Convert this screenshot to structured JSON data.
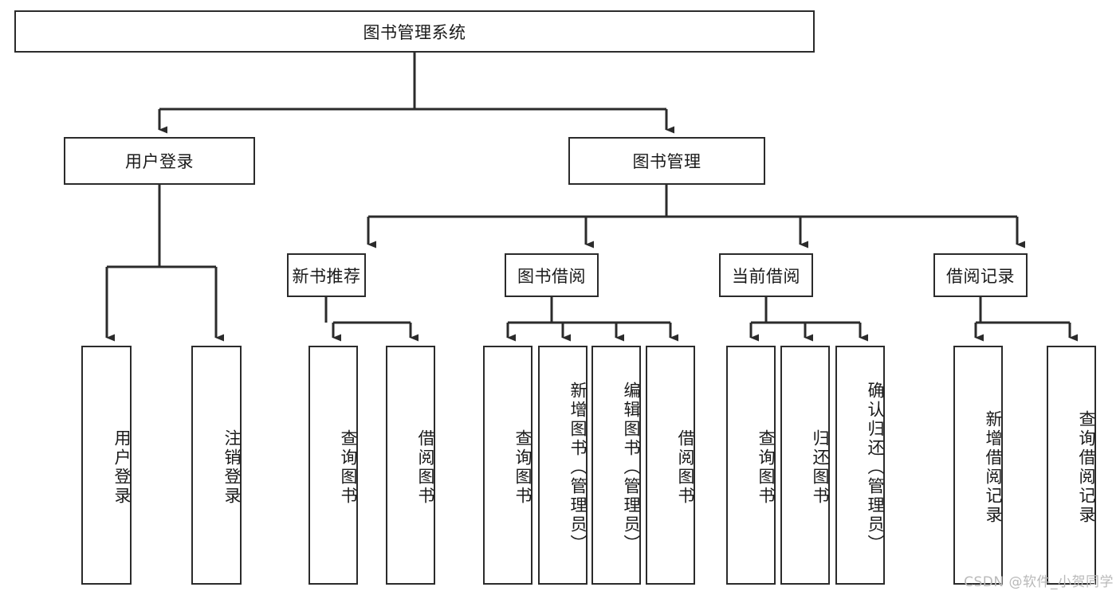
{
  "diagram": {
    "title_node": {
      "label": "图书管理系统"
    },
    "level2": [
      {
        "id": "user-login",
        "label": "用户登录"
      },
      {
        "id": "book-manage",
        "label": "图书管理"
      }
    ],
    "level3": [
      {
        "id": "new-book-rec",
        "label": "新书推荐"
      },
      {
        "id": "book-borrow",
        "label": "图书借阅"
      },
      {
        "id": "current-borrow",
        "label": "当前借阅"
      },
      {
        "id": "borrow-record",
        "label": "借阅记录"
      }
    ],
    "leaves": {
      "user_login": [
        {
          "id": "leaf-user-login",
          "label": "用户登录"
        },
        {
          "id": "leaf-logout",
          "label": "注销登录"
        }
      ],
      "new_book_rec": [
        {
          "id": "leaf-query-book-1",
          "label": "查询图书"
        },
        {
          "id": "leaf-borrow-book-1",
          "label": "借阅图书"
        }
      ],
      "book_borrow": [
        {
          "id": "leaf-query-book-2",
          "label": "查询图书"
        },
        {
          "id": "leaf-add-book",
          "label": "新增图书（管理员）"
        },
        {
          "id": "leaf-edit-book",
          "label": "编辑图书（管理员）"
        },
        {
          "id": "leaf-borrow-book-2",
          "label": "借阅图书"
        }
      ],
      "current_borrow": [
        {
          "id": "leaf-query-book-3",
          "label": "查询图书"
        },
        {
          "id": "leaf-return-book",
          "label": "归还图书"
        },
        {
          "id": "leaf-confirm-return",
          "label": "确认归还（管理员）"
        }
      ],
      "borrow_record": [
        {
          "id": "leaf-add-record",
          "label": "新增借阅记录"
        },
        {
          "id": "leaf-query-record",
          "label": "查询借阅记录"
        }
      ]
    },
    "watermark": "CSDN @软件_小贺同学",
    "colors": {
      "stroke": "#2b2b2b",
      "fill": "#ffffff",
      "text": "#1a1a1a",
      "watermark": "#b9b9b9"
    }
  }
}
